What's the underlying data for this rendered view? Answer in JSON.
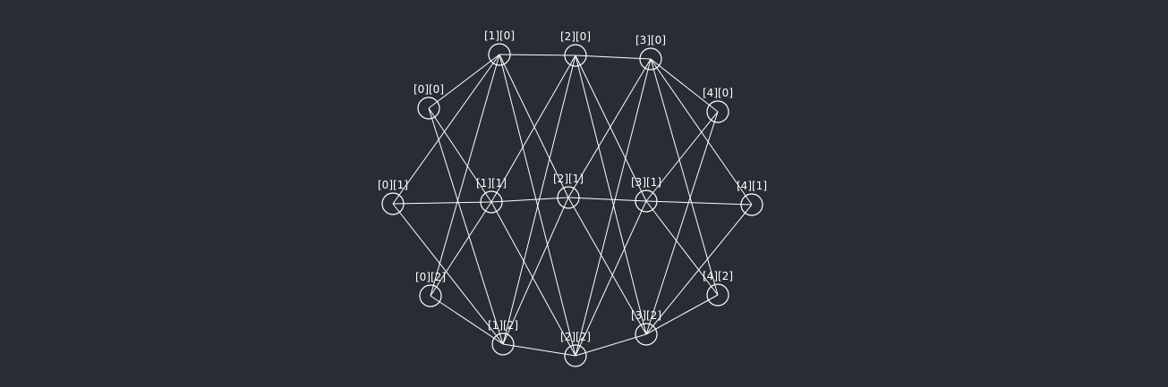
{
  "graph": {
    "nodes": [
      {
        "id": "0-0",
        "label": "[0][0]"
      },
      {
        "id": "1-0",
        "label": "[1][0]"
      },
      {
        "id": "2-0",
        "label": "[2][0]"
      },
      {
        "id": "3-0",
        "label": "[3][0]"
      },
      {
        "id": "4-0",
        "label": "[4][0]"
      },
      {
        "id": "0-1",
        "label": "[0][1]"
      },
      {
        "id": "1-1",
        "label": "[1][1]"
      },
      {
        "id": "2-1",
        "label": "[2][1]"
      },
      {
        "id": "3-1",
        "label": "[3][1]"
      },
      {
        "id": "4-1",
        "label": "[4][1]"
      },
      {
        "id": "0-2",
        "label": "[0][2]"
      },
      {
        "id": "1-2",
        "label": "[1][2]"
      },
      {
        "id": "2-2",
        "label": "[2][2]"
      },
      {
        "id": "3-2",
        "label": "[3][2]"
      },
      {
        "id": "4-2",
        "label": "[4][2]"
      }
    ],
    "edges": [
      [
        "0-0",
        "1-0"
      ],
      [
        "0-0",
        "1-1"
      ],
      [
        "0-0",
        "1-2"
      ],
      [
        "1-0",
        "2-0"
      ],
      [
        "1-0",
        "2-1"
      ],
      [
        "1-0",
        "2-2"
      ],
      [
        "2-0",
        "3-0"
      ],
      [
        "2-0",
        "3-1"
      ],
      [
        "2-0",
        "3-2"
      ],
      [
        "3-0",
        "4-0"
      ],
      [
        "3-0",
        "4-1"
      ],
      [
        "3-0",
        "4-2"
      ],
      [
        "0-1",
        "1-0"
      ],
      [
        "0-1",
        "1-1"
      ],
      [
        "0-1",
        "1-2"
      ],
      [
        "1-1",
        "2-0"
      ],
      [
        "1-1",
        "2-1"
      ],
      [
        "1-1",
        "2-2"
      ],
      [
        "2-1",
        "3-0"
      ],
      [
        "2-1",
        "3-1"
      ],
      [
        "2-1",
        "3-2"
      ],
      [
        "3-1",
        "4-0"
      ],
      [
        "3-1",
        "4-1"
      ],
      [
        "3-1",
        "4-2"
      ],
      [
        "0-2",
        "1-0"
      ],
      [
        "0-2",
        "1-1"
      ],
      [
        "0-2",
        "1-2"
      ],
      [
        "1-2",
        "2-0"
      ],
      [
        "1-2",
        "2-1"
      ],
      [
        "1-2",
        "2-2"
      ],
      [
        "2-2",
        "3-0"
      ],
      [
        "2-2",
        "3-1"
      ],
      [
        "2-2",
        "3-2"
      ],
      [
        "3-2",
        "4-0"
      ],
      [
        "3-2",
        "4-1"
      ],
      [
        "3-2",
        "4-2"
      ]
    ]
  }
}
